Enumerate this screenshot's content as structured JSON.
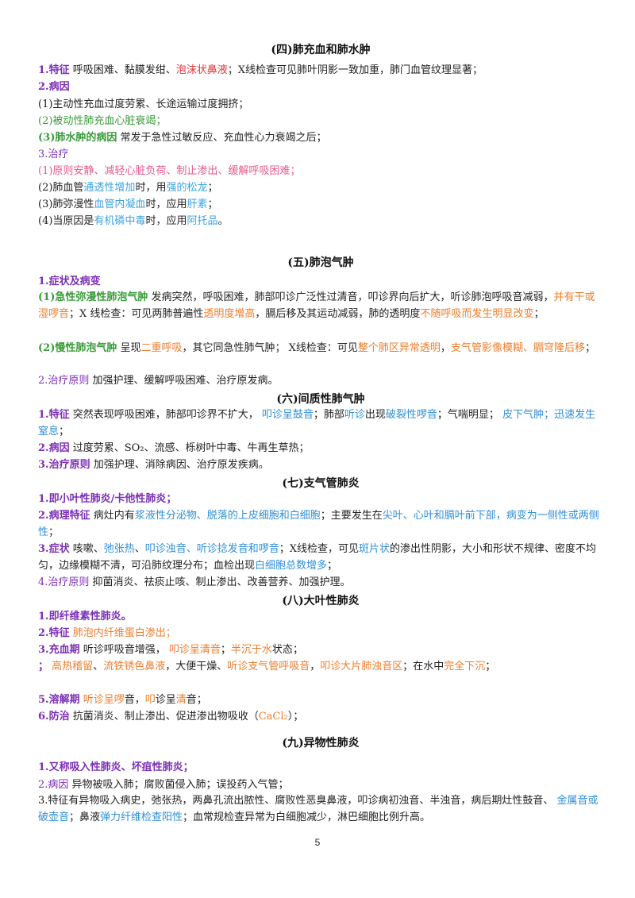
{
  "s4": {
    "title": "(四)肺充血和肺水肿",
    "l1": {
      "k": "1.特征",
      "a": "  呼吸困难、黏膜发绀、",
      "b": "泡沫状鼻液",
      "c": "；X线检查可见肺叶阴影一致加重，肺门血管纹理显著；"
    },
    "l2": {
      "k": "2.病因"
    },
    "l3": {
      "a": "(1)主动性充血过度劳累、长途运输过度拥挤；"
    },
    "l4": {
      "a": "(2)被动性肺充血心脏衰竭；"
    },
    "l5": {
      "k": "(3)肺水肿的病因",
      "a": " 常发于急性过敏反应、充血性心力衰竭之后；"
    },
    "l6": {
      "k": "3.治疗"
    },
    "l7": {
      "a": "(1)原则安静、减轻心脏负荷、制止渗出、缓解呼吸困难；"
    },
    "l8": {
      "a": "(2)肺血管",
      "b": "通透性增加",
      "c": "时，用",
      "d": "强的松龙",
      "e": "；"
    },
    "l9": {
      "a": "(3)肺弥漫性",
      "b": "血管内凝血",
      "c": "时，应用",
      "d": "肝素",
      "e": "；"
    },
    "l10": {
      "a": "(4)当原因是",
      "b": "有机磷中毒",
      "c": "时，应用",
      "d": "阿托品",
      "e": "。"
    }
  },
  "s5": {
    "title": "(五)肺泡气肿",
    "l1": {
      "k": "1.症状及病变"
    },
    "l2": {
      "k": "(1)急性弥漫性肺泡气肿",
      "a": " 发病突然，呼吸困难，肺部叩诊广泛性过清音，叩诊界向后扩大，听诊肺泡呼吸音减弱，",
      "b": "并有干或湿啰音",
      "c": "；X 线检查：可见两肺普遍性",
      "d": "透明度增高",
      "e": "，膈后移及其运动减弱，肺的透明度",
      "f": "不随呼吸而发生明显改变",
      "g": "；"
    },
    "l3": {
      "k": "(2)慢性肺泡气肿",
      "a": " 呈现",
      "b": "二重呼吸",
      "c": "，其它同急性肺气肿；  X线检查：可见",
      "d": "整个肺区异常透明",
      "e": "，",
      "f": "支气管影像模糊、膈穹隆后移",
      "g": "；"
    },
    "l4": {
      "k": "2.治疗原则",
      "a": " 加强护理、缓解呼吸困难、治疗原发病。"
    }
  },
  "s6": {
    "title": "(六)间质性肺气肿",
    "l1": {
      "k": "1.特征",
      "a": " 突然表现呼吸困难，肺部叩诊界不扩大，  ",
      "b": "叩诊呈鼓音",
      "c": "；肺部",
      "d": "听诊",
      "e": "出现",
      "f": "破裂性啰音",
      "g": "；气喘明显；  ",
      "h": "皮下气肿；迅速发生窒息",
      "i": "；"
    },
    "l2": {
      "k": "2.病因",
      "a": " 过度劳累、SO₂、流感、栎树叶中毒、牛再生草热；"
    },
    "l3": {
      "k": "3.治疗原则",
      "a": " 加强护理、消除病因、治疗原发疾病。"
    }
  },
  "s7": {
    "title": "(七)支气管肺炎",
    "l1": {
      "k": "1.即小叶性肺炎/卡他性肺炎；"
    },
    "l2": {
      "k": "2.病理特征",
      "a": " 病灶内有",
      "b": "浆液性分泌物、脱落的上皮细胞和白细胞",
      "c": "；主要发生在",
      "d": "尖叶、心叶和膈叶前下部，病变为一侧性或两侧性",
      "e": "；"
    },
    "l3": {
      "k": "3.症状",
      "a": " 咳嗽、",
      "b": "弛张热",
      "c": "、",
      "d": "叩诊浊音、听诊捻发音和啰音",
      "e": "；X线检查，可见",
      "f": "斑片状",
      "g": "的渗出性阴影，大小和形状不规律、密度不均匀，边缘模糊不清，可沿肺纹理分布；血检出现",
      "h": "白细胞总数增多",
      "i": "；"
    },
    "l4": {
      "k": "4.治疗原则",
      "a": " 抑菌消炎、祛痰止咳、制止渗出、改善营养、加强护理。"
    }
  },
  "s8": {
    "title": "(八)大叶性肺炎",
    "l1": {
      "k": "1.即纤维素性肺炎。"
    },
    "l2": {
      "k": "2.特征",
      "a": " 肺泡内纤维蛋白渗出；"
    },
    "l3": {
      "k": "3.充血期",
      "a": " 听诊呼吸音增强，  ",
      "b": "叩诊呈清音",
      "c": "；",
      "d": "半沉于水",
      "e": "状态；"
    },
    "l4": {
      "k": "；",
      "a": " ",
      "b": "高热稽留",
      "c": "、",
      "d": "流铁锈色鼻液",
      "e": "，大便干燥、",
      "f": "听诊支气管呼吸音",
      "g": "，",
      "h": "叩诊大片肺浊音区",
      "i": "；在水中",
      "j": "完全下沉"
    },
    "l5": {
      "k": "5.溶解期",
      "a": " ",
      "b": "听诊呈啰",
      "c": "音，",
      "d": "叩",
      "e": "诊呈",
      "f": "清",
      "g": "音；"
    },
    "l6": {
      "k": "6.防治",
      "a": " 抗菌消炎、制止渗出、促进渗出物吸收（",
      "b": "CaCl₂",
      "c": "）；"
    }
  },
  "s9": {
    "title": "(九)异物性肺炎",
    "l1": {
      "k": "1.又称吸入性肺炎、坏疽性肺炎；"
    },
    "l2": {
      "k": "2.病因",
      "a": " 异物被吸入肺；腐败菌侵入肺；误投药入气管；"
    },
    "l3": {
      "a": "3.特征有异物吸入病史，弛张热，两鼻孔流出脓性、腐败性恶臭鼻液，叩诊病初浊音、半浊音，病后期灶性鼓音、  ",
      "b": "金属音或破壶音",
      "c": "；鼻液",
      "d": "弹力纤维检查阳性",
      "e": "；血常规检查异常为白细胞减少，淋巴细胞比例升高。"
    }
  },
  "page_number": "5"
}
